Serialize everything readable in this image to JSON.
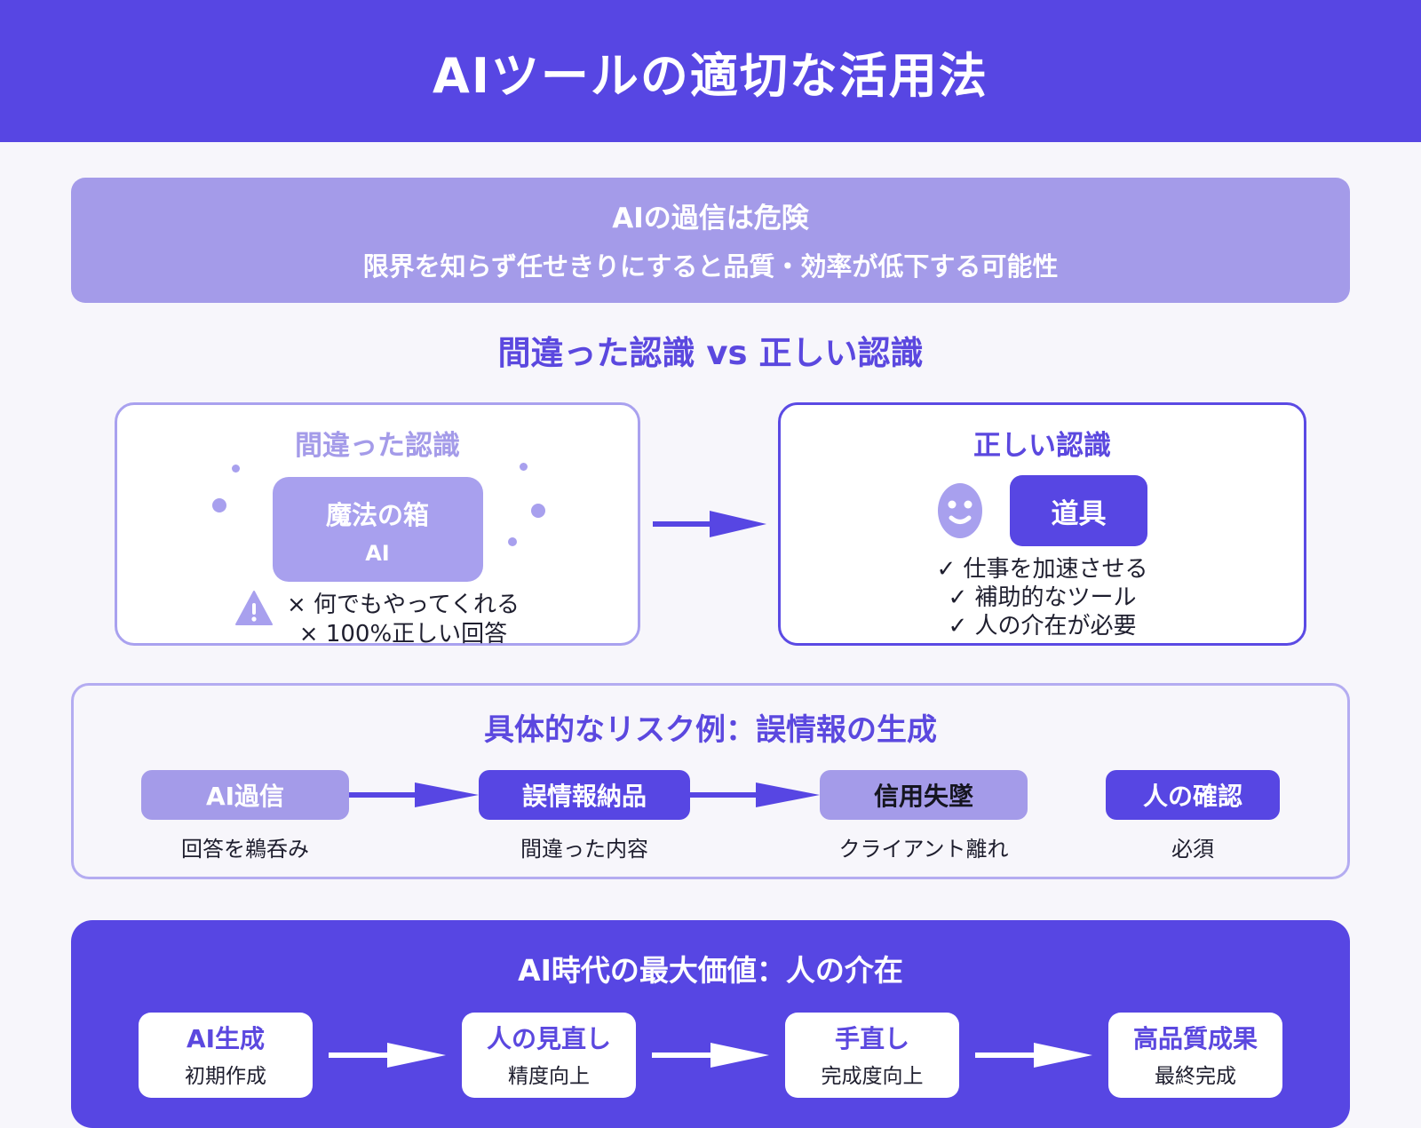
{
  "colors": {
    "accent": "#5746e3",
    "accent_light": "#a49be9",
    "accent_soft": "#a8a0ee",
    "title_purple": "#5b48df",
    "page_bg": "#f7f6fb"
  },
  "header": {
    "title": "AIツールの適切な活用法"
  },
  "banner": {
    "title": "AIの過信は危険",
    "subtitle": "限界を知らず任せきりにすると品質・効率が低下する可能性"
  },
  "comparison": {
    "title": "間違った認識 vs 正しい認識",
    "wrong": {
      "title": "間違った認識",
      "box_label": "魔法の箱",
      "box_sublabel": "AI",
      "warning_icon": "exclamation-triangle",
      "sparkles_icon": "sparkle-dots",
      "points": [
        "× 何でもやってくれる",
        "× 100%正しい回答"
      ]
    },
    "correct": {
      "title": "正しい認識",
      "face_icon": "smiley-face",
      "box_label": "道具",
      "points": [
        "✓ 仕事を加速させる",
        "✓ 補助的なツール",
        "✓ 人の介在が必要"
      ]
    },
    "arrow_icon": "arrow-right"
  },
  "risk": {
    "title": "具体的なリスク例：誤情報の生成",
    "steps": [
      {
        "label": "AI過信",
        "caption": "回答を鵜呑み"
      },
      {
        "label": "誤情報納品",
        "caption": "間違った内容"
      },
      {
        "label": "信用失墜",
        "caption": "クライアント離れ"
      },
      {
        "label": "人の確認",
        "caption": "必須"
      }
    ]
  },
  "value": {
    "title": "AI時代の最大価値：人の介在",
    "steps": [
      {
        "label": "AI生成",
        "caption": "初期作成"
      },
      {
        "label": "人の見直し",
        "caption": "精度向上"
      },
      {
        "label": "手直し",
        "caption": "完成度向上"
      },
      {
        "label": "高品質成果",
        "caption": "最終完成"
      }
    ]
  }
}
